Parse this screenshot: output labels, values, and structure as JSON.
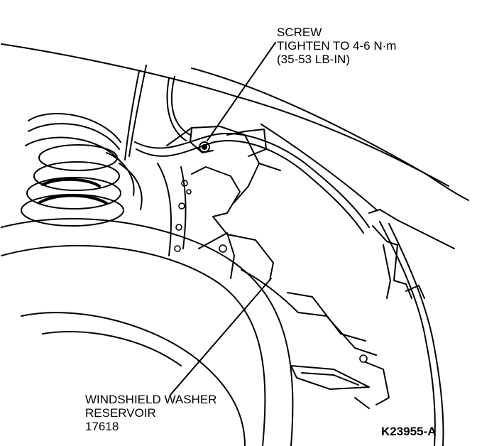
{
  "callouts": {
    "screw": {
      "line1": "SCREW",
      "line2": "TIGHTEN TO 4-6 N·m",
      "line3": "(35-53 LB-IN)"
    },
    "reservoir": {
      "line1": "WINDSHIELD WASHER",
      "line2": "RESERVOIR",
      "line3": "17618"
    }
  },
  "figure_id": "K23955-A"
}
